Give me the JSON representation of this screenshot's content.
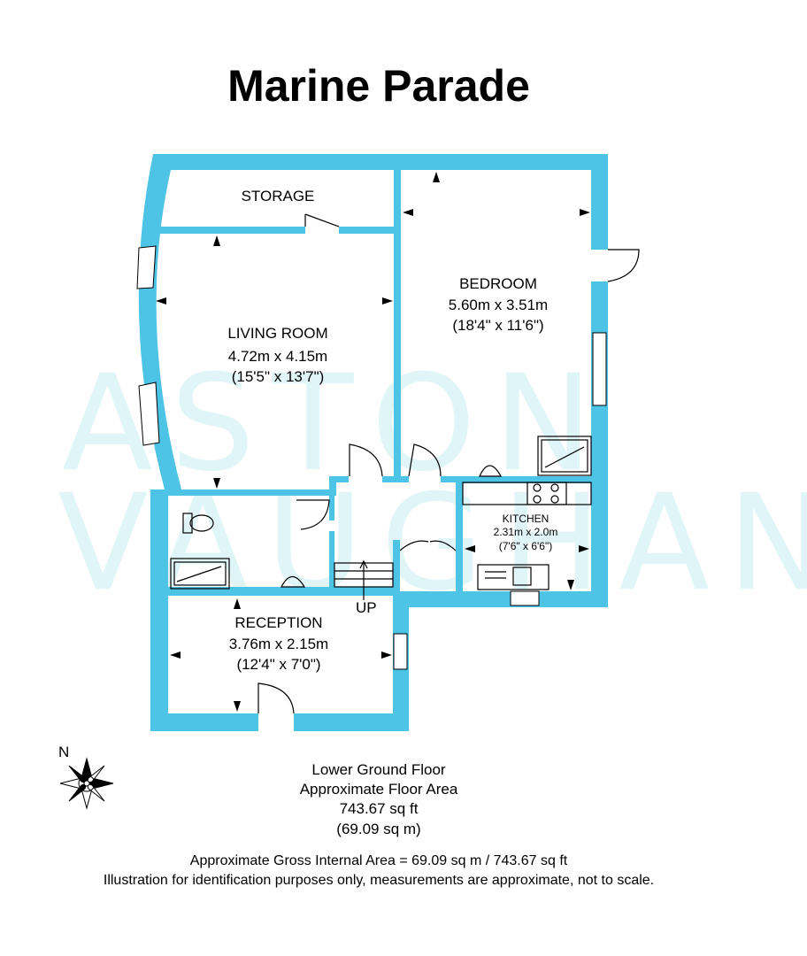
{
  "title": "Marine Parade",
  "watermark": {
    "line1": "ASTON",
    "line2": "VAUGHAN"
  },
  "colors": {
    "wall": "#4dc3e6",
    "watermark": "#c8eef2",
    "fixture": "#000000"
  },
  "rooms": {
    "storage": {
      "name": "STORAGE"
    },
    "living": {
      "name": "LIVING ROOM",
      "metric": "4.72m x 4.15m",
      "imperial": "(15'5\" x 13'7\")"
    },
    "bedroom": {
      "name": "BEDROOM",
      "metric": "5.60m x 3.51m",
      "imperial": "(18'4\" x 11'6\")"
    },
    "kitchen": {
      "name": "KITCHEN",
      "metric": "2.31m x 2.0m",
      "imperial": "(7'6\" x 6'6\")"
    },
    "reception": {
      "name": "RECEPTION",
      "metric": "3.76m x 2.15m",
      "imperial": "(12'4\" x 7'0\")"
    }
  },
  "stairs_label": "UP",
  "compass_label": "N",
  "floor": {
    "name": "Lower Ground Floor",
    "area_label": "Approximate Floor Area",
    "sqft": "743.67 sq ft",
    "sqm": "(69.09 sq m)"
  },
  "footer": {
    "gross": "Approximate Gross Internal Area = 69.09 sq m / 743.67 sq ft",
    "disclaimer": "Illustration for identification purposes only, measurements are approximate, not to scale."
  }
}
